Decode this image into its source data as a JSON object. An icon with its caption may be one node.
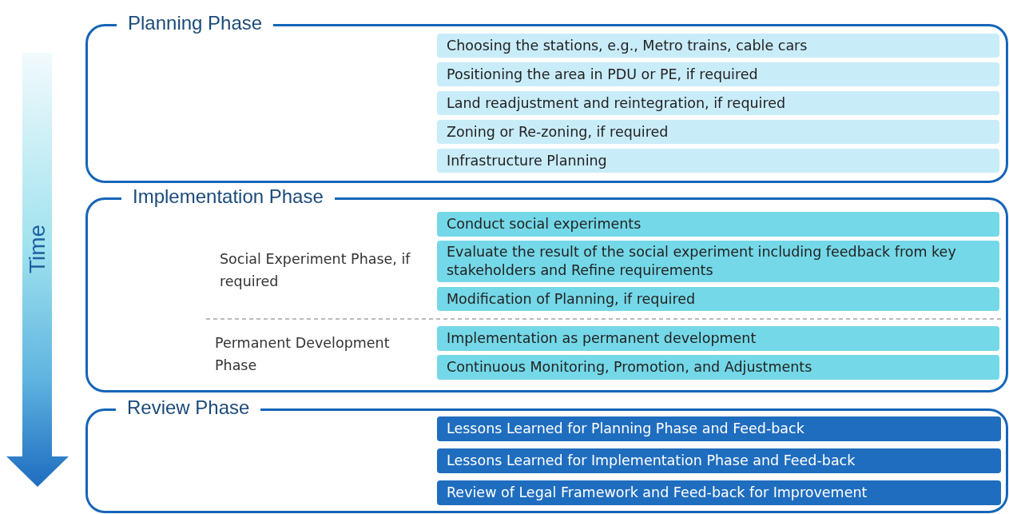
{
  "diagram": {
    "nodes": [
      {
        "text": [
          "Time"
        ]
      },
      {
        "text": [
          "Planning Phase"
        ]
      },
      {
        "text": [
          "Choosing the stations, e.g., Metro trains, cable cars"
        ],
        "in": 1
      },
      {
        "text": [
          "Positioning the area in PDU or PE, if required"
        ],
        "in": 1
      },
      {
        "text": [
          "Land readjustment and reintegration, if required"
        ],
        "in": 1
      },
      {
        "text": [
          "Zoning or Re-zoning, if required"
        ],
        "in": 1
      },
      {
        "text": [
          "Infrastructure Planning"
        ],
        "in": 1
      },
      {
        "text": [
          "Implementation Phase"
        ]
      },
      {
        "text": [
          "Conduct social experiments"
        ],
        "in": 7
      },
      {
        "text": [
          "Evaluate the result of the social experiment including feedback from key stakeholders and Refine requirements"
        ],
        "in": 7
      },
      {
        "text": [
          "Modification of Planning, if required"
        ],
        "in": 7
      },
      {
        "text": [
          "Implementation as permanent development"
        ],
        "in": 7
      },
      {
        "text": [
          "Continuous Monitoring, Promotion, and Adjustments"
        ],
        "in": 7
      },
      {
        "text": [
          "Review Phase"
        ]
      },
      {
        "text": [
          "Lessons Learned for Planning Phase and Feed-back"
        ],
        "in": 13
      },
      {
        "text": [
          "Lessons Learned for Implementation Phase and Feed-back"
        ],
        "in": 13
      },
      {
        "text": [
          "Review of Legal Framework and Feed-back for Improvement"
        ],
        "in": 13
      }
    ],
    "labels": [
      "Social Experiment Phase, if required",
      "Permanent Development Phase"
    ]
  }
}
